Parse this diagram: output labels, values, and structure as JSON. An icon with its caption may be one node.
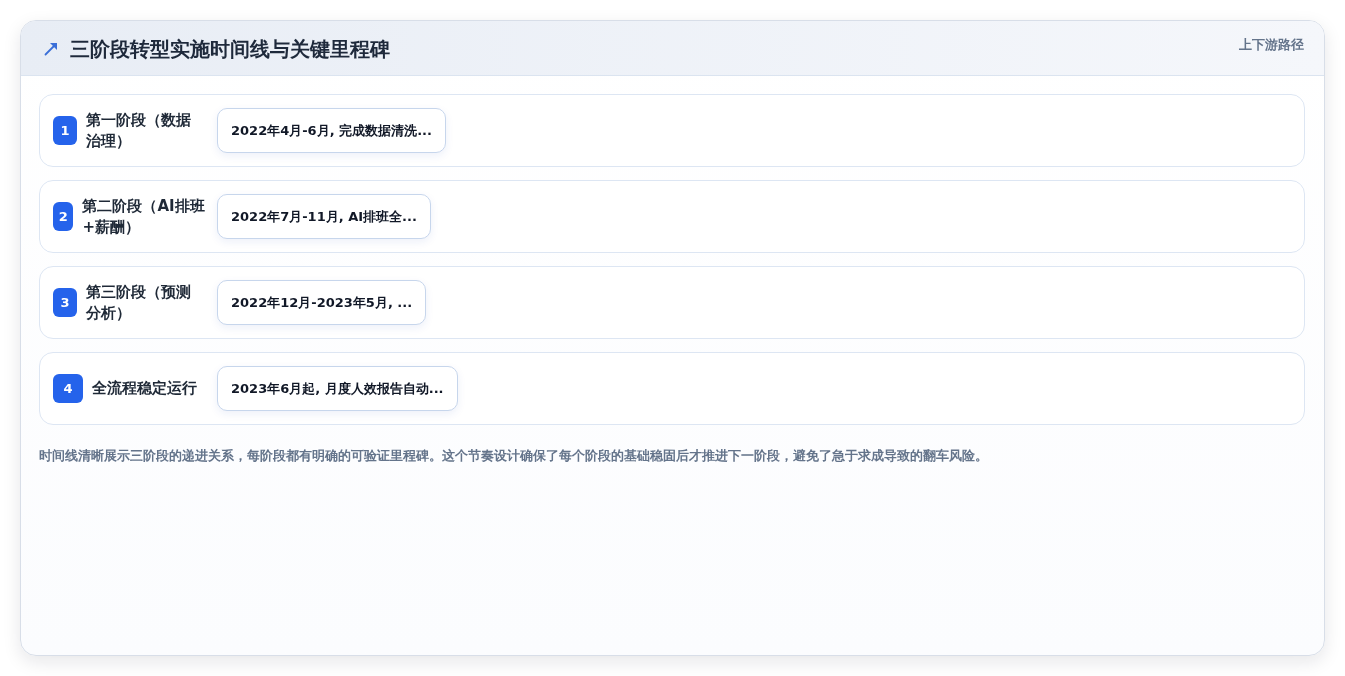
{
  "diagram": {
    "title": "三阶段转型实施时间线与关键里程碑",
    "nodes": [
      {
        "text": [
          "第一阶段（数据治理）"
        ]
      },
      {
        "text": [
          "1"
        ],
        "in": 0
      },
      {
        "text": [
          "2022年4月-6月, 完成数据清洗..."
        ],
        "in": 0
      },
      {
        "text": [
          "第二阶段（AI排班+薪酬）"
        ]
      },
      {
        "text": [
          "2"
        ],
        "in": 3
      },
      {
        "text": [
          "2022年7月-11月, AI排班全..."
        ],
        "in": 3
      },
      {
        "text": [
          "第三阶段（预测分析）"
        ]
      },
      {
        "text": [
          "3"
        ],
        "in": 6
      },
      {
        "text": [
          "2022年12月-2023年5月, ..."
        ],
        "in": 6
      },
      {
        "text": [
          "全流程稳定运行"
        ]
      },
      {
        "text": [
          "4"
        ],
        "in": 9
      },
      {
        "text": [
          "2023年6月起, 月度人效报告自动..."
        ],
        "in": 9
      }
    ],
    "labels": [
      "上下游路径"
    ],
    "caption": "时间线清晰展示三阶段的递进关系，每阶段都有明确的可验证里程碑。这个节奏设计确保了每个阶段的基础稳固后才推进下一阶段，避免了急于求成导致的翻车风险。"
  }
}
